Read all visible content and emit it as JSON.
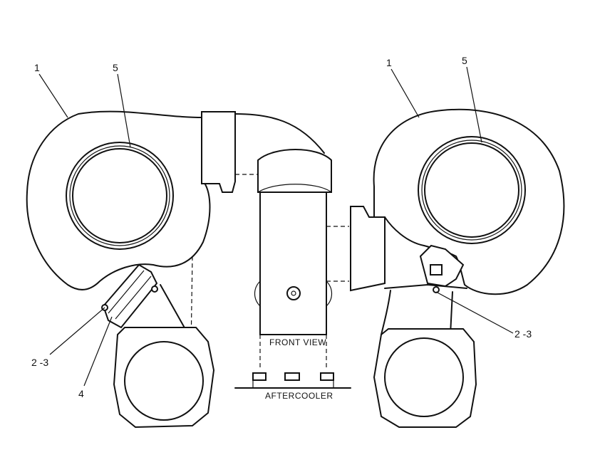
{
  "callouts": {
    "left_housing": "1",
    "left_ring": "5",
    "left_bolts": "2 -3",
    "left_clamp": "4",
    "right_housing": "1",
    "right_ring": "5",
    "right_bolts": "2 -3"
  },
  "captions": {
    "view": "FRONT VIEW",
    "aftercooler": "AFTERCOOLER"
  }
}
